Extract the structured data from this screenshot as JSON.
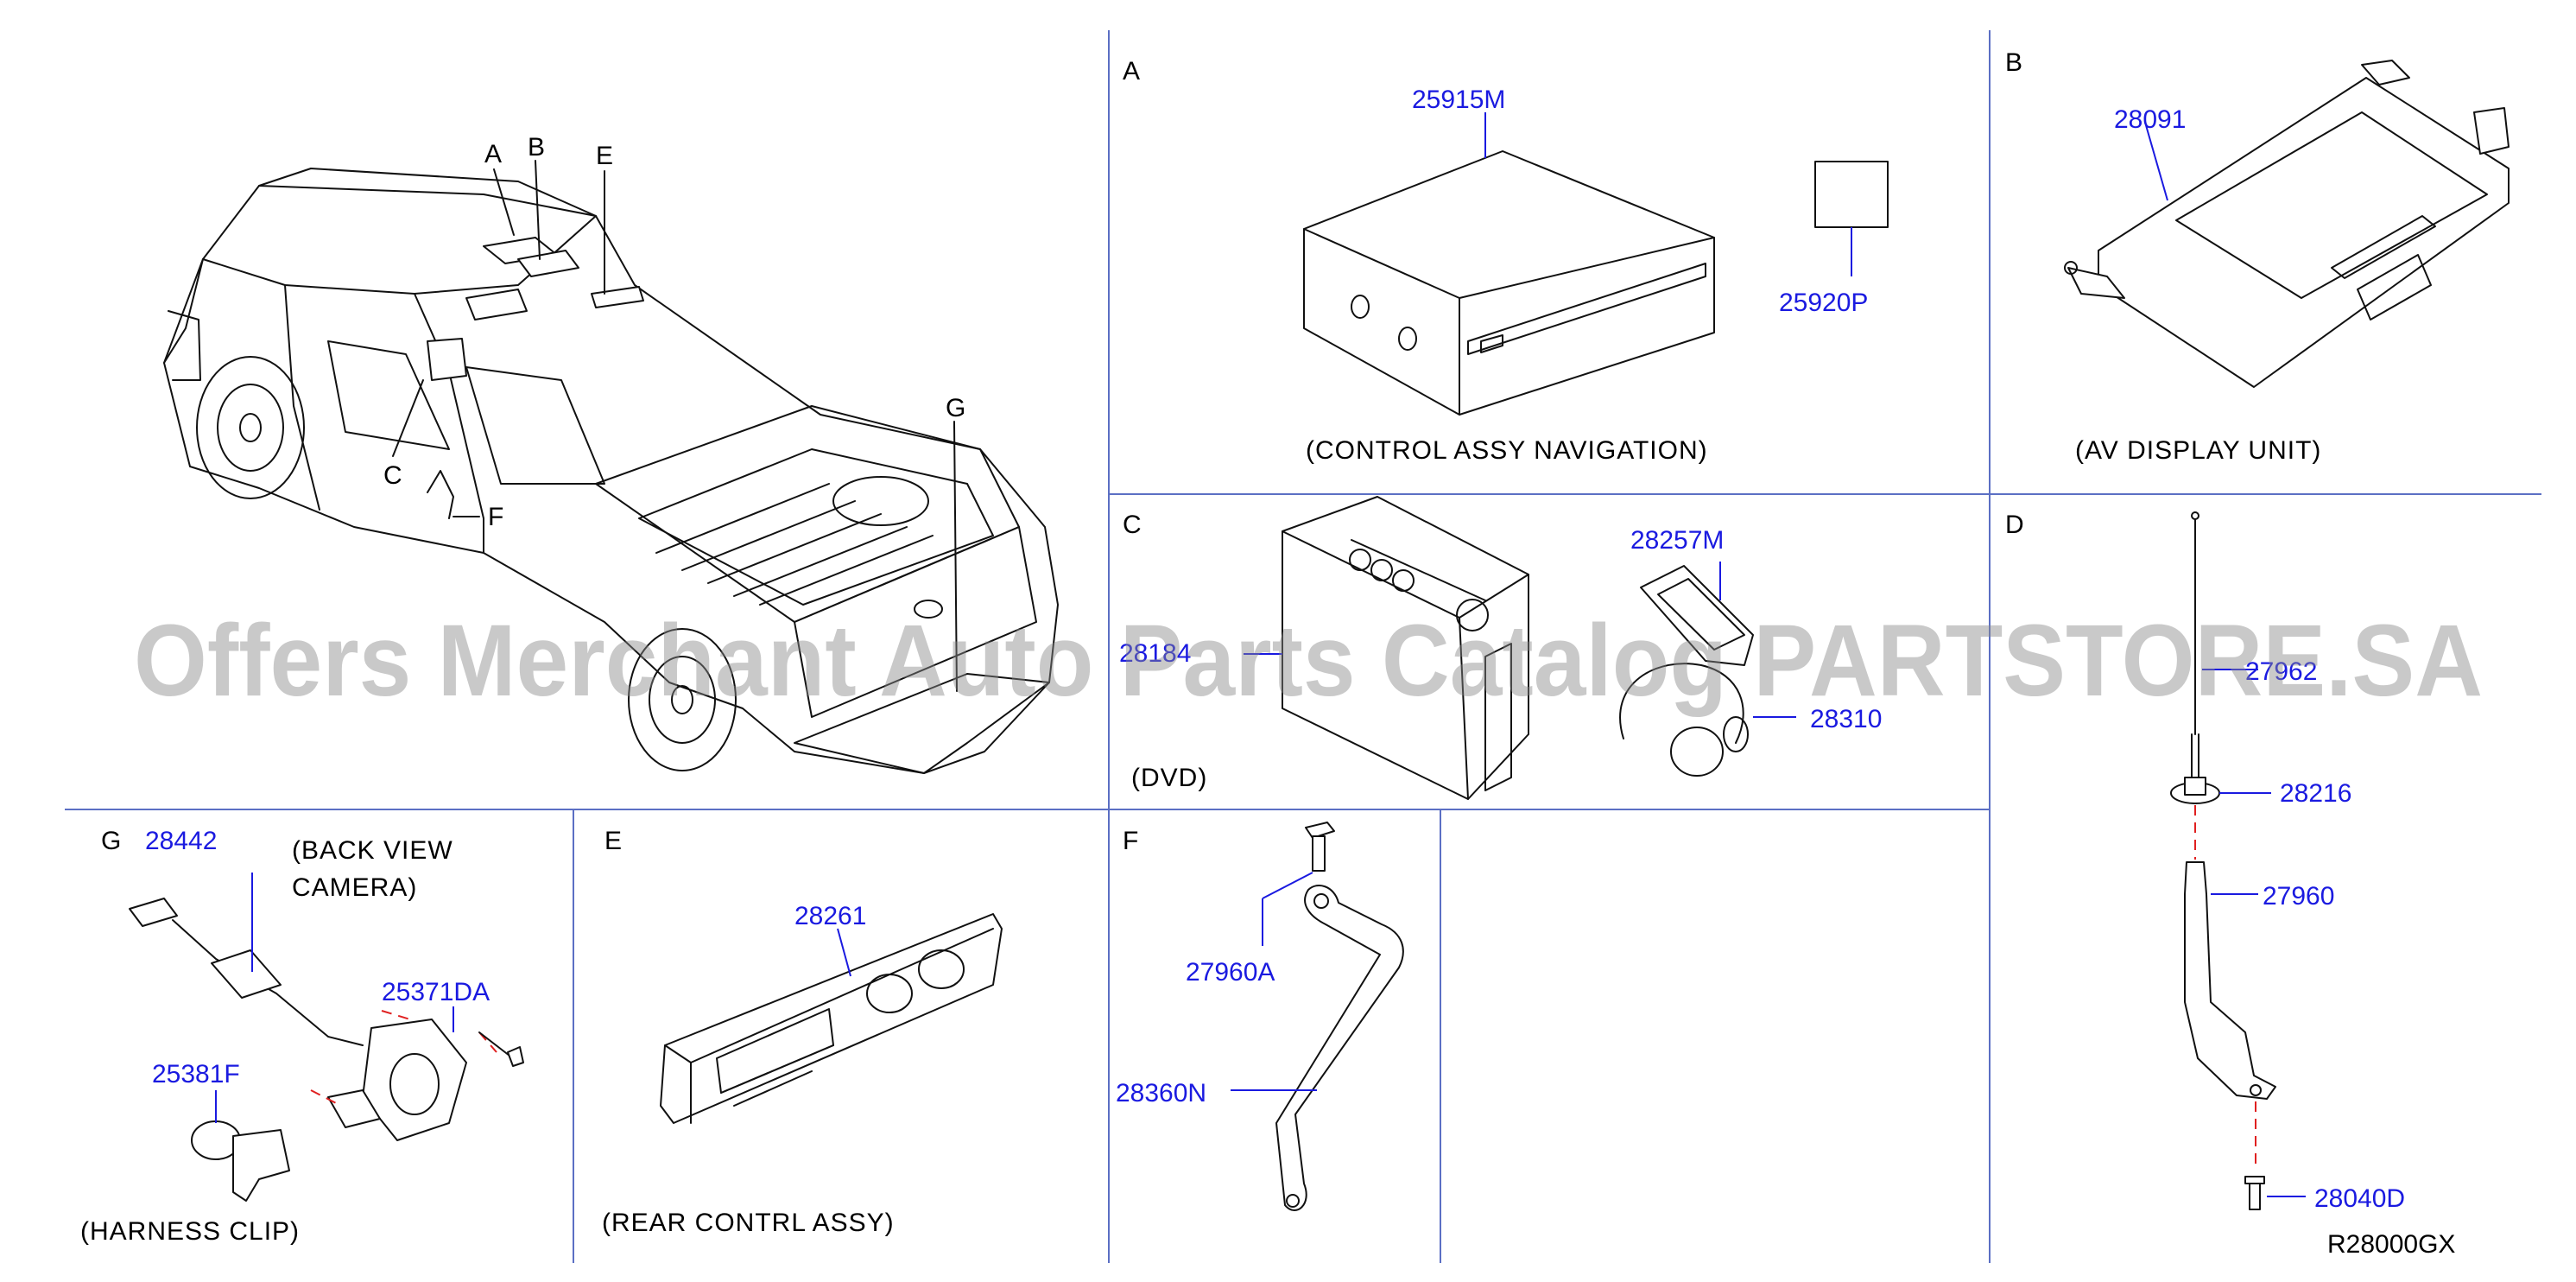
{
  "diagram_id": "R28000GX",
  "watermark": "Offers Merchant Auto Parts Catalog PARTSTORE.SA",
  "vehicle_callouts": {
    "a": "A",
    "b": "B",
    "c": "C",
    "e": "E",
    "f": "F",
    "g": "G"
  },
  "sections": {
    "A": {
      "letter": "A",
      "caption": "(CONTROL  ASSY  NAVIGATION)",
      "parts": {
        "nav_unit": "25915M",
        "nav_label": "25920P"
      }
    },
    "B": {
      "letter": "B",
      "caption": "(AV  DISPLAY  UNIT)",
      "parts": {
        "display": "28091"
      }
    },
    "C": {
      "letter": "C",
      "caption": "(DVD)",
      "parts": {
        "dvd": "28184",
        "remote": "28257M",
        "headphones": "28310"
      }
    },
    "D": {
      "letter": "D",
      "parts": {
        "antenna_rod": "27962",
        "base": "28216",
        "bracket": "27960",
        "screw": "28040D"
      }
    },
    "E": {
      "letter": "E",
      "caption": "(REAR  CONTRL  ASSY)",
      "parts": {
        "rear_control": "28261"
      }
    },
    "F": {
      "letter": "F",
      "parts": {
        "ground_bolt": "27960A",
        "ground_strap": "28360N"
      }
    },
    "G": {
      "letter": "G",
      "caption_top_line1": "(BACK  VIEW",
      "caption_top_line2": "CAMERA)",
      "caption_bottom": "(HARNESS  CLIP)",
      "parts": {
        "camera": "28442",
        "bracket": "25371DA",
        "clip": "25381F"
      }
    }
  },
  "colors": {
    "part_number": "#1a1ae0",
    "divider": "#5b6fc4",
    "dashed_guide": "#e02020"
  }
}
